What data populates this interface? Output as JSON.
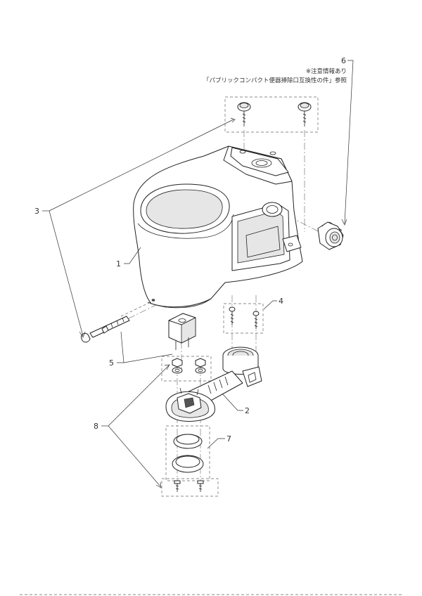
{
  "callouts": {
    "c1": "1",
    "c2": "2",
    "c3": "3",
    "c4": "4",
    "c5": "5",
    "c6": "6",
    "c7": "7",
    "c8": "8"
  },
  "note": {
    "line1": "※注意情報あり",
    "line2": "「パブリックコンパクト便器掃除口互換性の件」参照"
  },
  "icons": {
    "bolt": "bolt-icon",
    "nut": "nut-icon",
    "screw": "screw-icon"
  }
}
